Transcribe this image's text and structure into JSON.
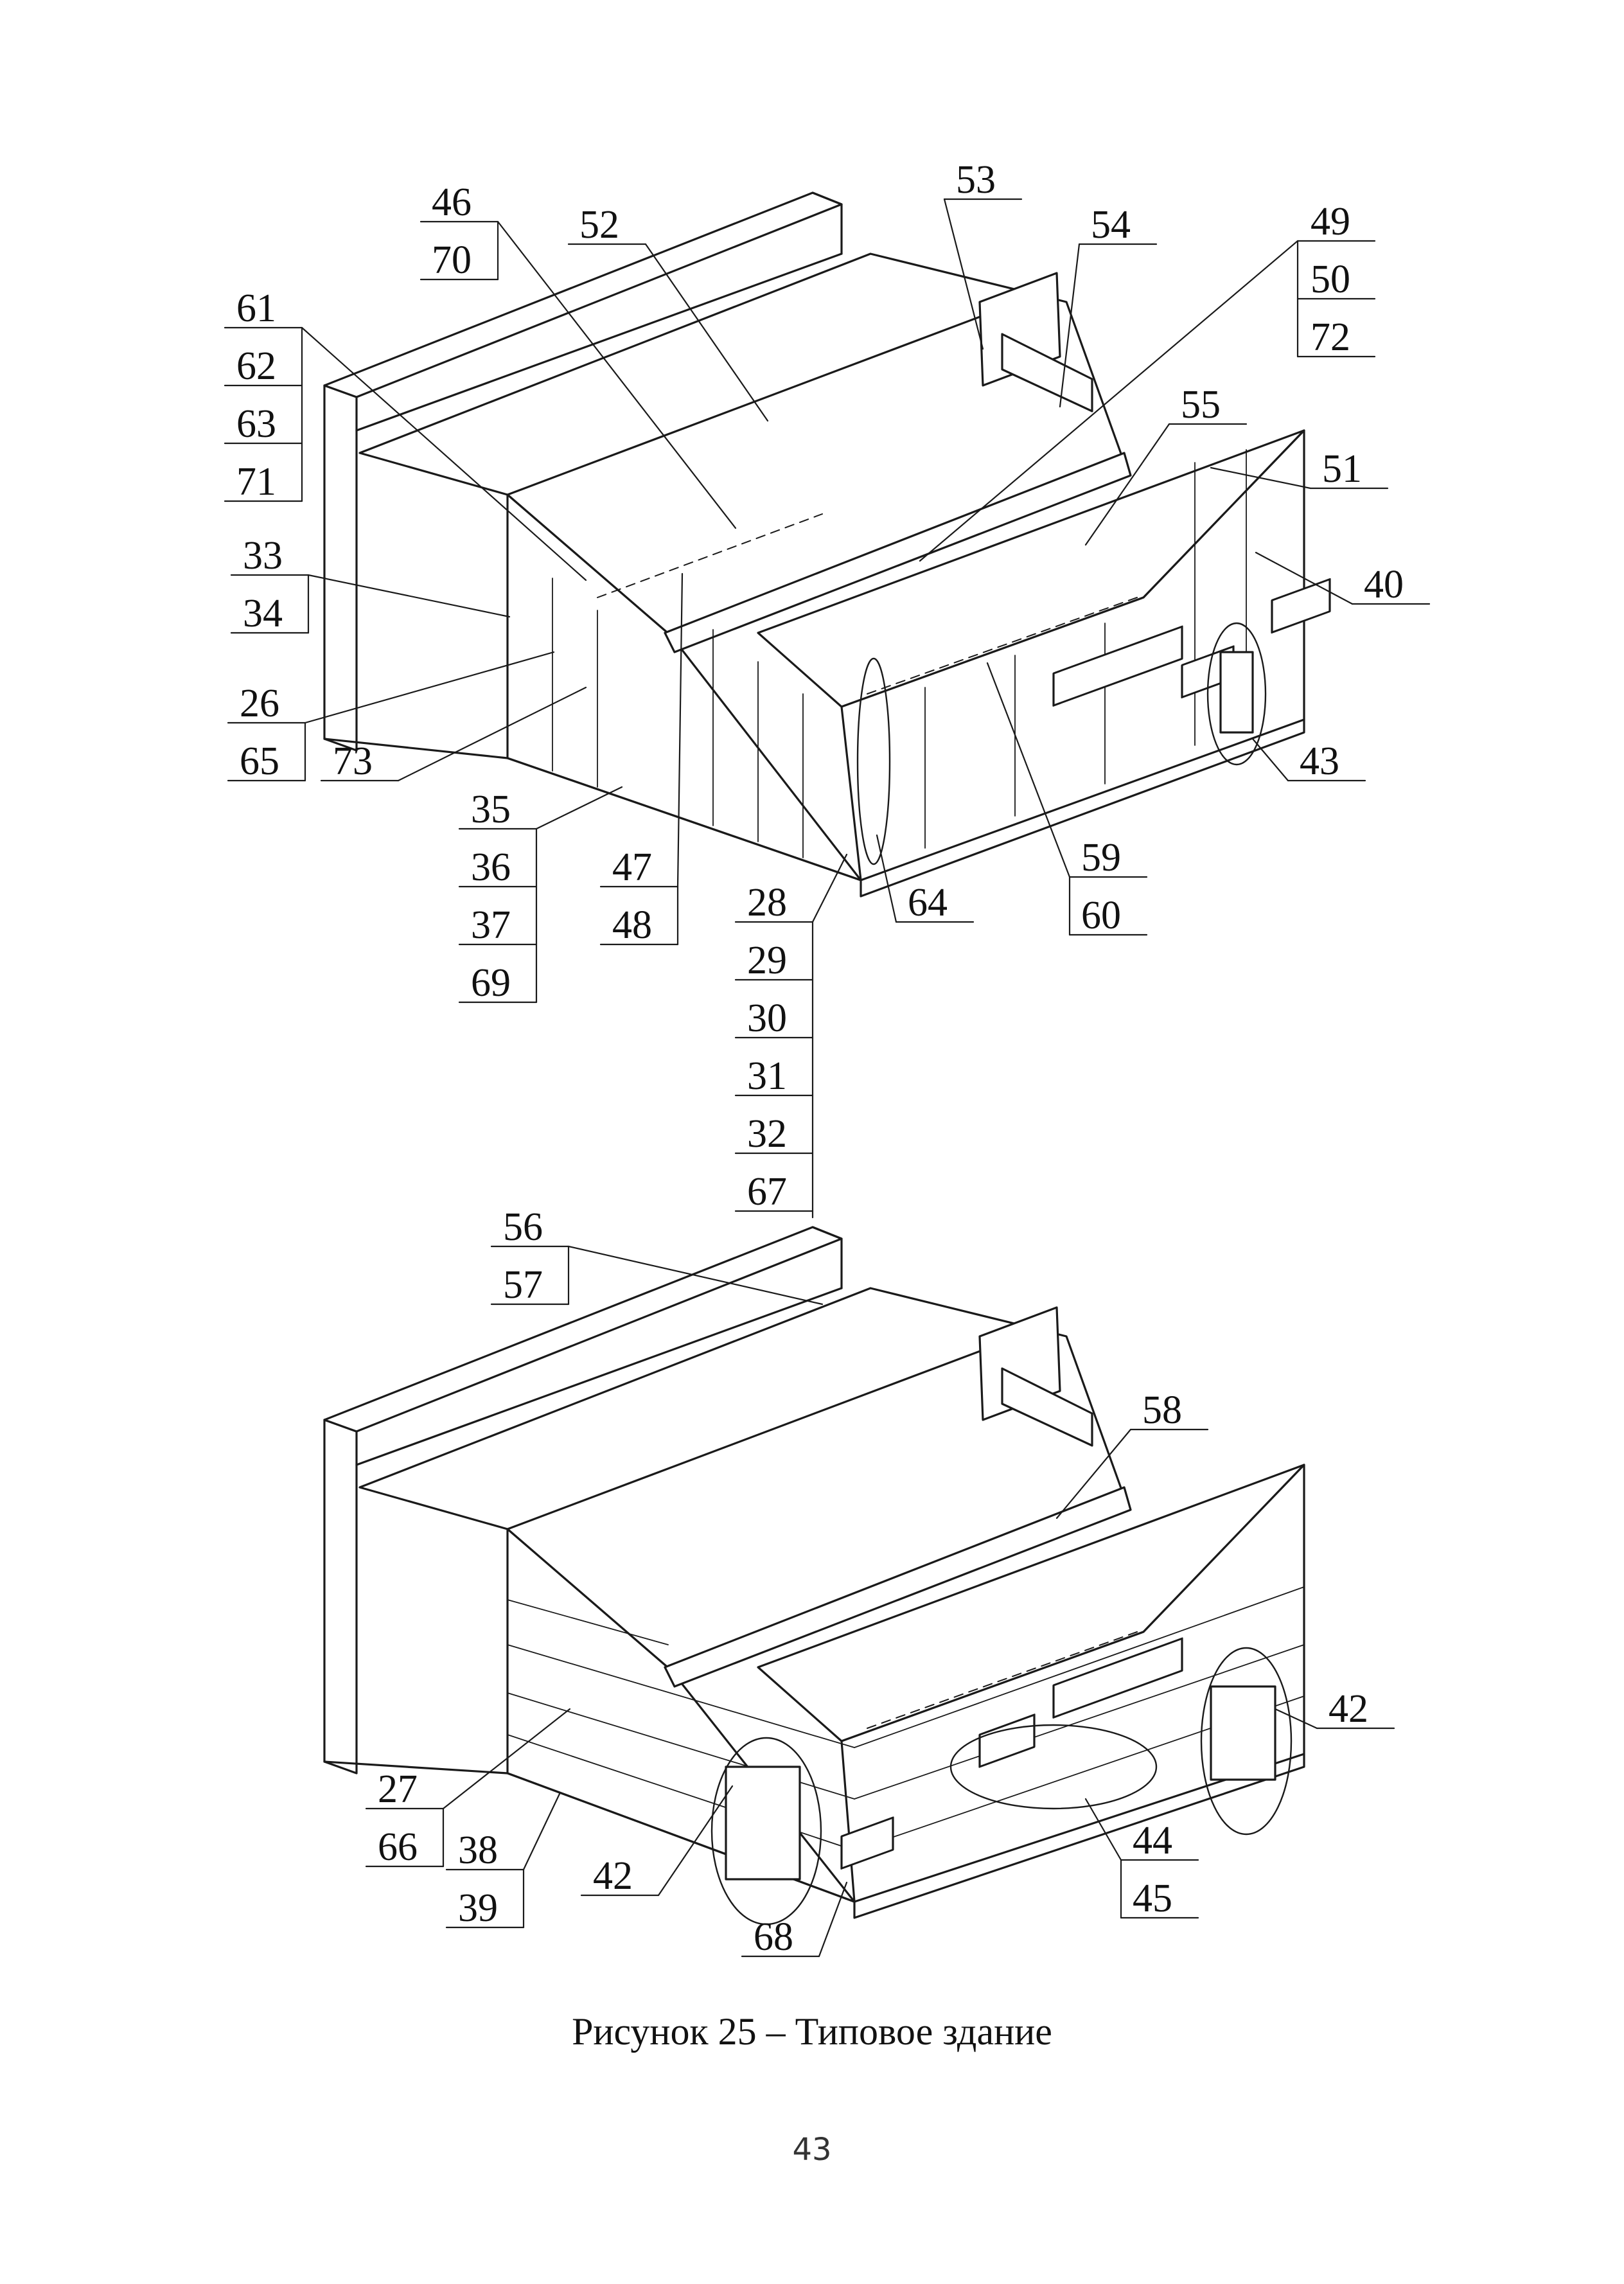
{
  "figure": {
    "caption": "Рисунок 25 – Типовое здание",
    "page_number": "43"
  },
  "top_view": {
    "callouts": {
      "46_70": [
        "46",
        "70"
      ],
      "52": [
        "52"
      ],
      "53": [
        "53"
      ],
      "54": [
        "54"
      ],
      "49_50_72": [
        "49",
        "50",
        "72"
      ],
      "61_62_63_71": [
        "61",
        "62",
        "63",
        "71"
      ],
      "55": [
        "55"
      ],
      "51": [
        "51"
      ],
      "40": [
        "40"
      ],
      "33_34": [
        "33",
        "34"
      ],
      "26_65": [
        "26",
        "65"
      ],
      "73": [
        "73"
      ],
      "43": [
        "43"
      ],
      "35_36_37_69": [
        "35",
        "36",
        "37",
        "69"
      ],
      "47_48": [
        "47",
        "48"
      ],
      "64": [
        "64"
      ],
      "59_60": [
        "59",
        "60"
      ],
      "28_29_30_31_32_67": [
        "28",
        "29",
        "30",
        "31",
        "32",
        "67"
      ]
    }
  },
  "bottom_view": {
    "callouts": {
      "56_57": [
        "56",
        "57"
      ],
      "58": [
        "58"
      ],
      "42_right": [
        "42"
      ],
      "27_66": [
        "27",
        "66"
      ],
      "38_39": [
        "38",
        "39"
      ],
      "42_left": [
        "42"
      ],
      "44_45": [
        "44",
        "45"
      ],
      "68": [
        "68"
      ]
    }
  }
}
